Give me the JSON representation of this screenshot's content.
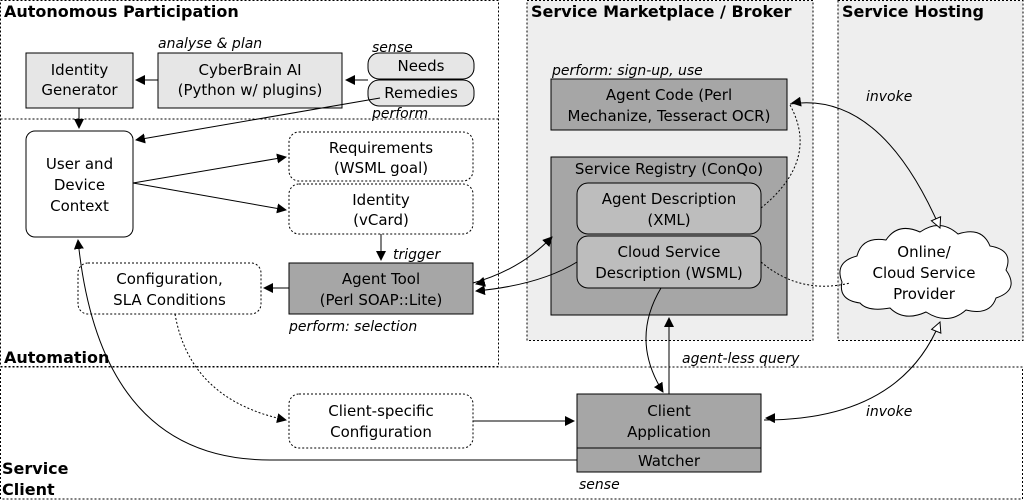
{
  "regions": {
    "autonomous_participation": "Autonomous Participation",
    "automation": "Automation",
    "service_marketplace": "Service Marketplace / Broker",
    "service_hosting": "Service Hosting",
    "service_client": [
      "Service",
      "Client"
    ]
  },
  "boxes": {
    "identity_generator": [
      "Identity",
      "Generator"
    ],
    "cyberbrain": [
      "CyberBrain AI",
      "(Python w/ plugins)"
    ],
    "needs": "Needs",
    "remedies": "Remedies",
    "user_device_context": [
      "User and",
      "Device",
      "Context"
    ],
    "requirements": [
      "Requirements",
      "(WSML goal)"
    ],
    "identity": [
      "Identity",
      "(vCard)"
    ],
    "agent_tool": [
      "Agent Tool",
      "(Perl SOAP::Lite)"
    ],
    "configuration_sla": [
      "Configuration,",
      "SLA Conditions"
    ],
    "agent_code": [
      "Agent Code (Perl",
      "Mechanize, Tesseract OCR)"
    ],
    "service_registry": "Service Registry (ConQo)",
    "agent_description": [
      "Agent Description",
      "(XML)"
    ],
    "cloud_service_description": [
      "Cloud Service",
      "Description (WSML)"
    ],
    "cloud_provider": [
      "Online/",
      "Cloud Service",
      "Provider"
    ],
    "client_specific_config": [
      "Client-specific",
      "Configuration"
    ],
    "client_application": [
      "Client",
      "Application"
    ],
    "watcher": "Watcher"
  },
  "labels": {
    "analyse_plan": "analyse & plan",
    "sense_top": "sense",
    "perform_top": "perform",
    "trigger": "trigger",
    "perform_selection": "perform: selection",
    "perform_signup": "perform: sign-up, use",
    "invoke_top": "invoke",
    "invoke_bottom": "invoke",
    "agent_less_query": "agent-less query",
    "sense_bottom": "sense"
  },
  "colors": {
    "region_fill": "#eeeeee",
    "light_box": "#e6e6e6",
    "dark_box": "#a6a6a6",
    "mid_box": "#bdbdbd",
    "stroke": "#000000"
  }
}
